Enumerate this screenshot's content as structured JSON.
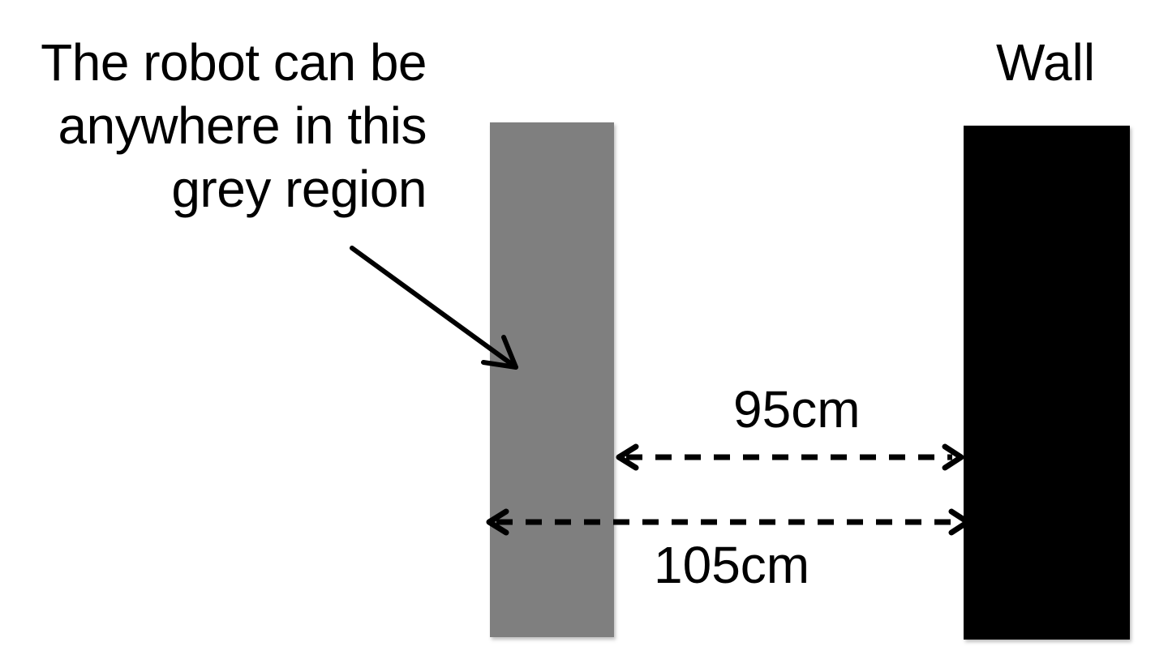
{
  "caption": {
    "lines": [
      "The robot can be",
      "anywhere in this",
      "grey region"
    ]
  },
  "wall": {
    "label": "Wall"
  },
  "distances": {
    "short": "95cm",
    "long": "105cm"
  },
  "colors": {
    "region": "#7f7f7f",
    "wall": "#000000",
    "ink": "#000000",
    "background": "#ffffff"
  }
}
